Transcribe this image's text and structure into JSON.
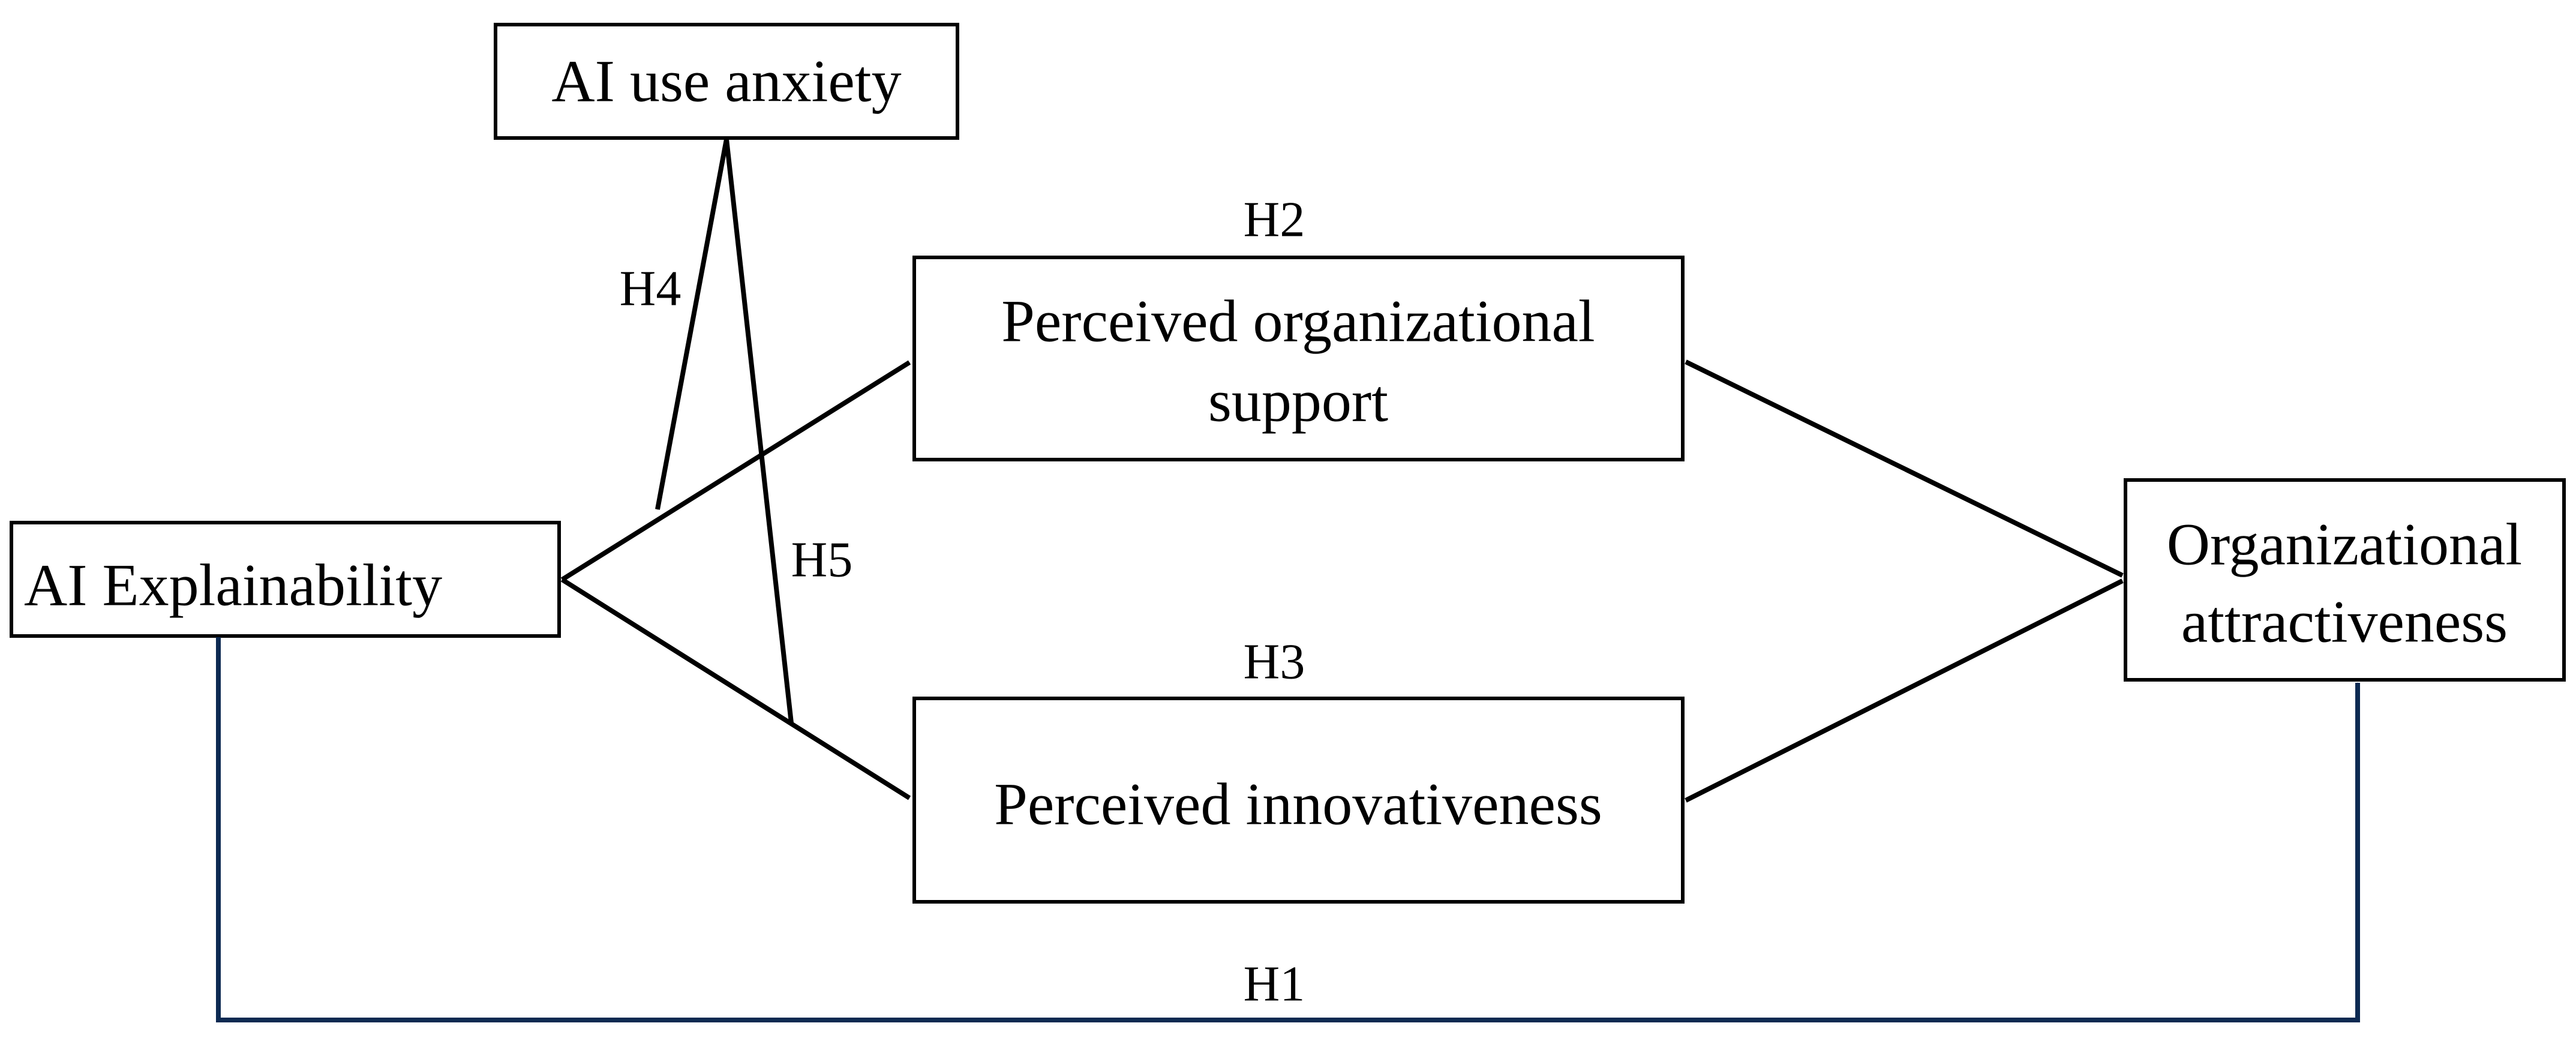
{
  "colors": {
    "line": "#000000",
    "direct_path": "#0d2a52",
    "box_fill": "#ffffff"
  },
  "nodes": {
    "anxiety": {
      "label": "AI use anxiety"
    },
    "explainability": {
      "label": "AI Explainability"
    },
    "support": {
      "lines": [
        "Perceived organizational",
        "support"
      ]
    },
    "innovativeness": {
      "label": "Perceived innovativeness"
    },
    "attractiveness": {
      "lines": [
        "Organizational",
        "attractiveness"
      ]
    }
  },
  "hypotheses": {
    "h1": "H1",
    "h2": "H2",
    "h3": "H3",
    "h4": "H4",
    "h5": "H5"
  }
}
